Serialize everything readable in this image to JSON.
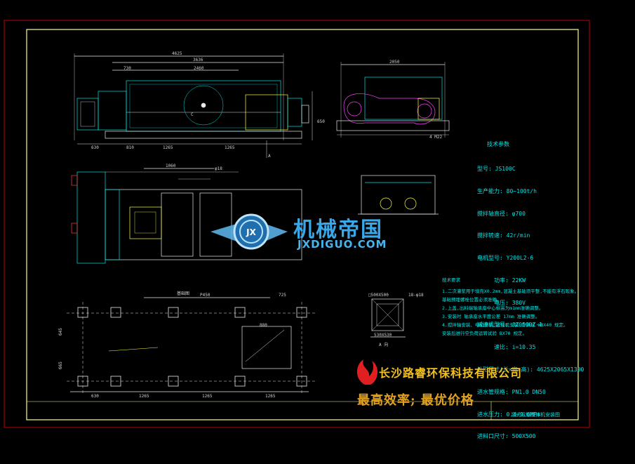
{
  "dimensions": {
    "front_total": "4625",
    "front_inner": "3636",
    "front_left": "730",
    "front_mid": "2460",
    "front_b1": "630",
    "front_b2": "810",
    "front_b3": "1265",
    "front_b4": "1265",
    "front_h": "650",
    "section_label": "A",
    "section_c": "C",
    "plan_dim": "1060",
    "plan_phi": "φ18",
    "side_width": "2050",
    "side_bottom": "4 M22",
    "found_top_label": "基础图",
    "found_top": "P450",
    "found_top_right": "725",
    "found_left1": "645",
    "found_left2": "665",
    "found_b1": "630",
    "found_b2": "1265",
    "found_b3": "1265",
    "found_b4": "1265",
    "found_inner": "880",
    "detail_top": "□500X500",
    "detail_right": "18-φ18",
    "detail_bottom": "530X530",
    "detail_label": "A 向"
  },
  "spec": {
    "heading": "技术参数",
    "rows": [
      "型号: JS100C",
      "生产能力: 80~100t/h",
      "搅拌轴直径: φ700",
      "搅拌转速: 42r/min",
      "电机型号: Y200L2-6",
      "     功率: 22KW",
      "     电压: 380V",
      "减速机型号: JZ0500Z-1",
      "     速比: i=10.35",
      "外形尺寸(长×宽×高): 4625X2065X1300",
      "进水管规格: PN1.0 DN50",
      "进水压力: 0.4~0.6MPa",
      "进料口尺寸: 500X500"
    ]
  },
  "notes": {
    "heading": "技术要求",
    "rows": [
      "1.二次灌浆用于填充X0.2mm,混凝土基础须平整,不能有浮石现象。",
      "  基础预埋螺栓位置必须准确。",
      "2.上盖,出料端轴承座中心标高为m1mm准确调整。",
      "3.安装时 轴承座水平度公差 17mm 准确调整。",
      "4.搅拌轴安装、电机安装,减速机安装,应满足 WBX40 规定。",
      "  安装后进行空负荷运转试验 BX70 规定。"
    ]
  },
  "drawing_title": "混式双轴搅拌机安装图",
  "company": "长沙路睿环保科技有限公司",
  "slogan": "最高效率; 最优价格",
  "watermark": {
    "cn": "机械帝国",
    "en": "JXDIGUO.COM",
    "emblem_text": "JX"
  },
  "colors": {
    "background": "#000000",
    "frame_red": "#c00000",
    "frame_yellow": "#ffff80",
    "line_white": "#e8e8e8",
    "line_cyan": "#00e5e5",
    "line_magenta": "#ff40ff",
    "line_yellow": "#ffff40",
    "watermark_blue": "#3aa7e8"
  }
}
